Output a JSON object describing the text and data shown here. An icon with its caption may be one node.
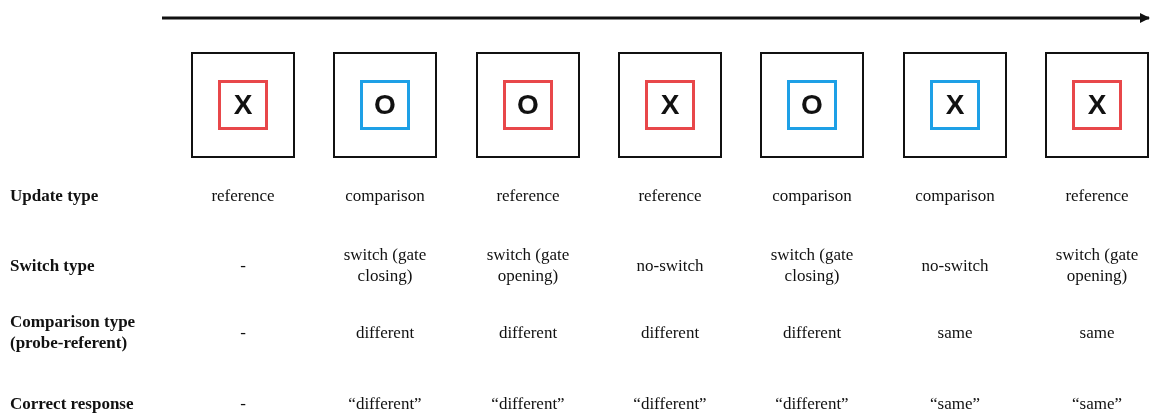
{
  "diagram": {
    "nodes": [
      {
        "text": [],
        "shape": "box"
      },
      {
        "text": [
          "X"
        ],
        "in": 0
      },
      {
        "text": [],
        "shape": "box"
      },
      {
        "text": [
          "O"
        ],
        "in": 2
      },
      {
        "text": [],
        "shape": "box"
      },
      {
        "text": [
          "O"
        ],
        "in": 4
      },
      {
        "text": [],
        "shape": "box"
      },
      {
        "text": [
          "X"
        ],
        "in": 6
      },
      {
        "text": [],
        "shape": "box"
      },
      {
        "text": [
          "O"
        ],
        "in": 8
      },
      {
        "text": [],
        "shape": "box"
      },
      {
        "text": [
          "X"
        ],
        "in": 10
      },
      {
        "text": [],
        "shape": "box"
      },
      {
        "text": [
          "X"
        ],
        "in": 12
      }
    ],
    "labels": [
      "Update type",
      "reference",
      "comparison",
      "reference",
      "reference",
      "comparison",
      "comparison",
      "reference",
      "Switch type",
      "-",
      "switch (gate closing)",
      "switch (gate opening)",
      "no-switch",
      "switch (gate closing)",
      "no-switch",
      "switch (gate opening)",
      "Comparison type (probe-referent)",
      "-",
      "different",
      "different",
      "different",
      "different",
      "same",
      "same",
      "Correct response",
      "-",
      "“different”",
      "“different”",
      "“different”",
      "“different”",
      "“same”",
      "“same”"
    ]
  }
}
